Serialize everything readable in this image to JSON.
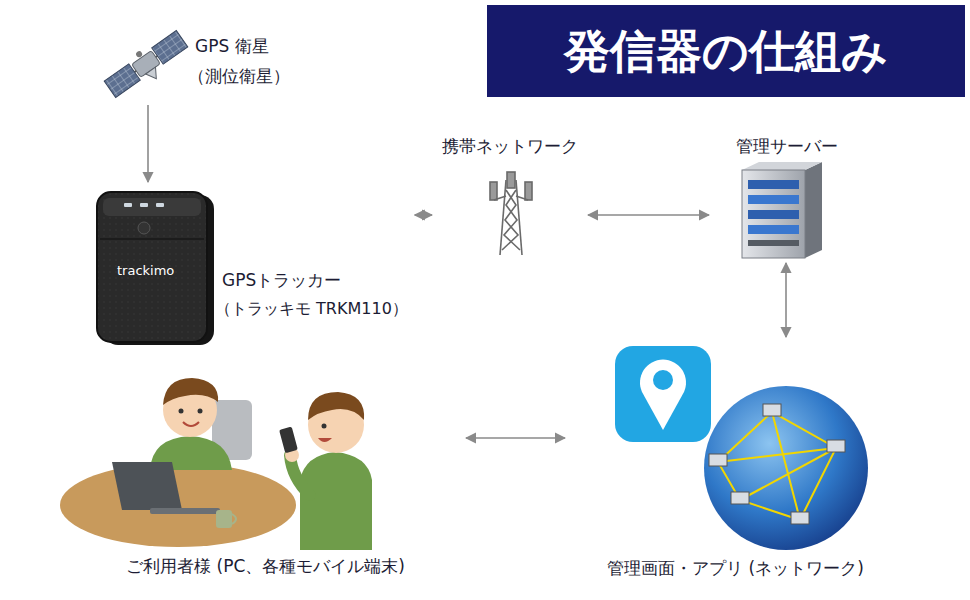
{
  "diagram": {
    "title": "発信器の仕組み",
    "nodes": [
      {
        "text": [
          "GPS 衛星",
          "（測位衛星）"
        ]
      },
      {
        "text": [
          "GPSトラッカー",
          "（トラッキモ TRKM110）"
        ]
      },
      {
        "text": [
          "携帯ネットワーク"
        ]
      },
      {
        "text": [
          "管理サーバー"
        ]
      },
      {
        "text": [
          "ご利用者様 (PC、各種モバイル端末)"
        ]
      },
      {
        "text": [
          "管理画面・アプリ (ネットワーク)"
        ]
      }
    ],
    "edges": [
      {
        "from": 0,
        "to": 1,
        "arrow": "to"
      },
      {
        "from": 1,
        "to": 2,
        "arrow": "both"
      },
      {
        "from": 2,
        "to": 3,
        "arrow": "both"
      },
      {
        "from": 3,
        "to": 5,
        "arrow": "both"
      },
      {
        "from": 4,
        "to": 5,
        "arrow": "both"
      }
    ],
    "labels": [
      "trackimo"
    ]
  }
}
